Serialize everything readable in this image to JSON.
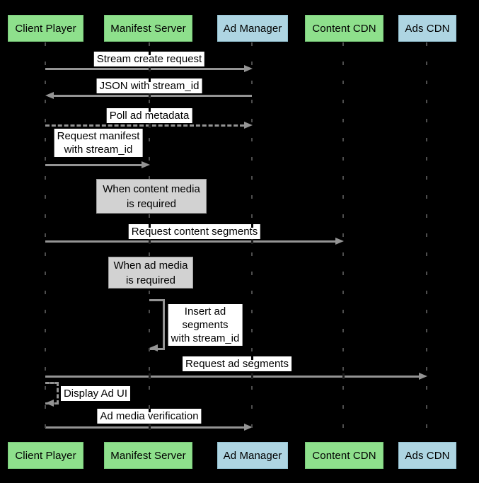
{
  "diagram_type": "sequence-diagram",
  "actors": [
    {
      "name": "Client Player",
      "color": "#8ee08c"
    },
    {
      "name": "Manifest Server",
      "color": "#8ee08c"
    },
    {
      "name": "Ad Manager",
      "color": "#aed5e2"
    },
    {
      "name": "Content CDN",
      "color": "#8ee08c"
    },
    {
      "name": "Ads CDN",
      "color": "#aed5e2"
    }
  ],
  "messages": [
    {
      "label": "Stream create request",
      "from": "Client Player",
      "to": "Ad Manager",
      "line_style": "solid"
    },
    {
      "label": "JSON with stream_id",
      "from": "Ad Manager",
      "to": "Client Player",
      "line_style": "solid"
    },
    {
      "label": "Poll ad metadata",
      "from": "Client Player",
      "to": "Ad Manager",
      "line_style": "dashed"
    },
    {
      "label": "Request manifest\nwith stream_id",
      "from": "Client Player",
      "to": "Manifest Server",
      "line_style": "solid"
    },
    {
      "label": "Request content segments",
      "from": "Client Player",
      "to": "Content CDN",
      "line_style": "solid"
    },
    {
      "label": "Insert ad\nsegments\nwith stream_id",
      "from": "Manifest Server",
      "to": "Manifest Server",
      "line_style": "solid-self-loop"
    },
    {
      "label": "Request ad segments",
      "from": "Client Player",
      "to": "Ads CDN",
      "line_style": "solid"
    },
    {
      "label": "Display Ad UI",
      "from": "Client Player",
      "to": "Client Player",
      "line_style": "dashed-self-loop"
    },
    {
      "label": "Ad media verification",
      "from": "Client Player",
      "to": "Ad Manager",
      "line_style": "solid"
    }
  ],
  "notes": [
    {
      "text": "When content media\nis required",
      "attached_to": "Manifest Server"
    },
    {
      "text": "When ad media\nis required",
      "attached_to": "Manifest Server"
    }
  ],
  "colors": {
    "background": "#000000",
    "actor_green": "#8ee08c",
    "actor_blue": "#aed5e2",
    "note_gray": "#d2d2d2",
    "arrow_gray": "#949494",
    "label_background": "#ffffff",
    "text": "#000000"
  }
}
